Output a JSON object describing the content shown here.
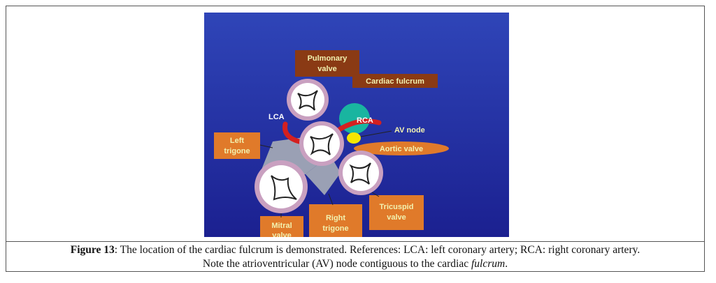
{
  "figure": {
    "labels": {
      "pulmonary_line1": "Pulmonary",
      "pulmonary_line2": "valve",
      "cardiac_fulcrum": "Cardiac fulcrum",
      "lca": "LCA",
      "rca": "RCA",
      "av_node": "AV node",
      "aortic_valve": "Aortic  valve",
      "left_trigone_line1": "Left",
      "left_trigone_line2": "trigone",
      "tricuspid_line1": "Tricuspid",
      "tricuspid_line2": "valve",
      "right_trigone_line1": "Right",
      "right_trigone_line2": "trigone",
      "mitral_line1": "Mitral",
      "mitral_line2": "valve"
    },
    "colors": {
      "background_top": "#2a3fae",
      "background_bottom": "#1a1f8a",
      "label_box": "#e07a2a",
      "label_box_dark": "#8a3a14",
      "valve_ring": "#c9a0c0",
      "fulcrum": "#19b5a0",
      "coronary": "#d42020",
      "av_node": "#f5e600"
    }
  },
  "caption": {
    "label": "Figure 13",
    "text_line1": ": The location of the cardiac fulcrum is demonstrated. References: LCA: left coronary artery; RCA: right coronary artery.",
    "text_line2_prefix": "Note the atrioventricular (AV) node contiguous to the cardiac ",
    "text_line2_emph": "fulcrum",
    "text_line2_suffix": "."
  }
}
